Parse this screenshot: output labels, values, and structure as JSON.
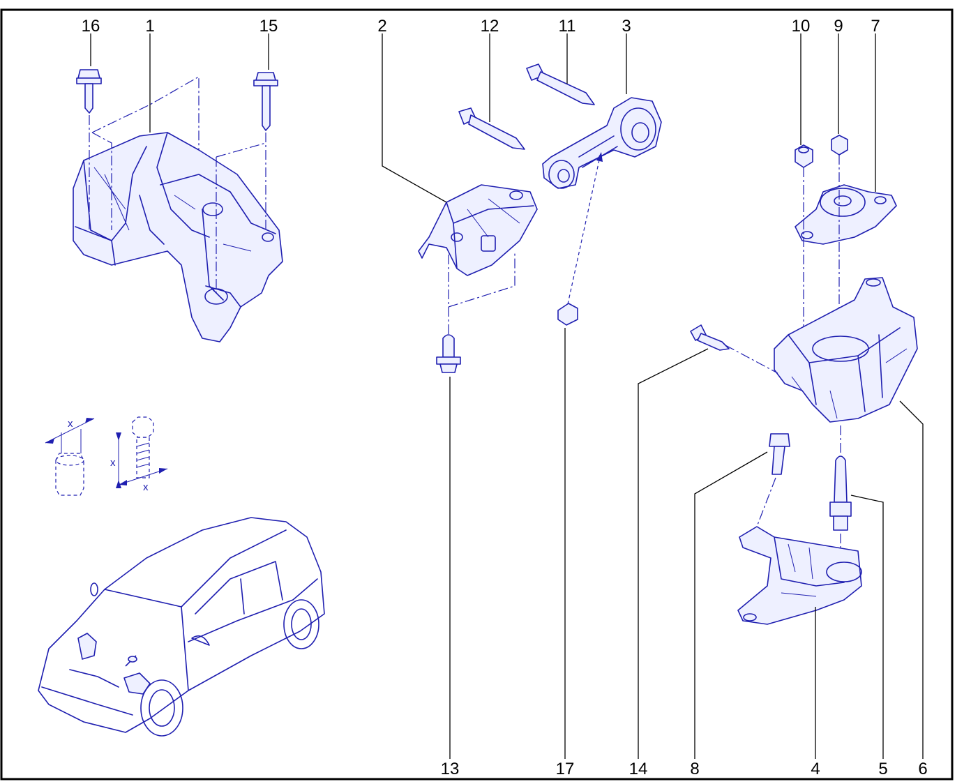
{
  "callouts": {
    "c1": "1",
    "c2": "2",
    "c3": "3",
    "c4": "4",
    "c5": "5",
    "c6": "6",
    "c7": "7",
    "c8": "8",
    "c9": "9",
    "c10": "10",
    "c11": "11",
    "c12": "12",
    "c13": "13",
    "c14": "14",
    "c15": "15",
    "c16": "16",
    "c17": "17"
  },
  "torque_legend": {
    "nut_dim": "x",
    "bolt_dim_length": "x",
    "bolt_dim_width": "x"
  },
  "colors": {
    "line": "#1f1fb0",
    "fill": "#eef0ff",
    "text": "#000000",
    "frame": "#000000"
  }
}
